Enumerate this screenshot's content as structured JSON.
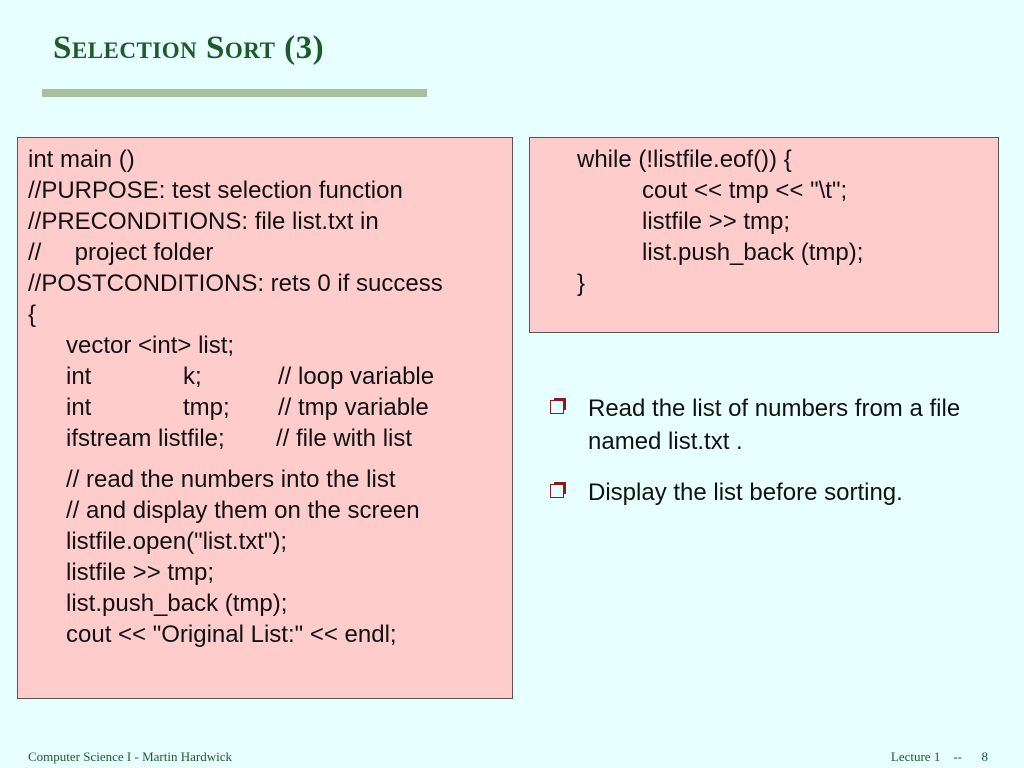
{
  "slide": {
    "title": "Selection Sort (3)"
  },
  "left_code": {
    "l1": "int main ()",
    "l2": "//PURPOSE: test selection function",
    "l3": "//PRECONDITIONS: file list.txt in",
    "l4": "//     project folder",
    "l5": "//POSTCONDITIONS: rets 0 if success",
    "l6": "{",
    "l7": "vector <int> list;",
    "decl_k": {
      "type": "int",
      "name": "k;",
      "comment": "// loop variable"
    },
    "decl_tmp": {
      "type": "int",
      "name": "tmp;",
      "comment": "// tmp variable"
    },
    "decl_ifs": {
      "decl": "ifstream listfile;",
      "comment": "// file with list"
    },
    "l11": "// read the numbers into the list",
    "l12": "// and display them on the screen",
    "l13": "listfile.open(\"list.txt\");",
    "l14": "listfile >> tmp;",
    "l15": "list.push_back (tmp);",
    "l16": "cout << \"Original List:\" << endl;"
  },
  "right_code": {
    "l1": "while (!listfile.eof()) {",
    "l2": "cout << tmp << \"\\t\";",
    "l3": "listfile >> tmp;",
    "l4": "list.push_back (tmp);",
    "l5": "}"
  },
  "bullets": [
    "Read the list of numbers from a file named list.txt .",
    "Display the list before sorting."
  ],
  "footer": {
    "left": "Computer Science I - Martin Hardwick",
    "lecture": "Lecture 1",
    "sep": "--",
    "page": "8"
  },
  "colors": {
    "background": "#e8ffff",
    "title": "#1e5a2a",
    "code_box": "#ffcccc",
    "bullet_icon": "#8b1a1a"
  },
  "icons": {
    "bullet": "checkbox-bullet-icon"
  }
}
